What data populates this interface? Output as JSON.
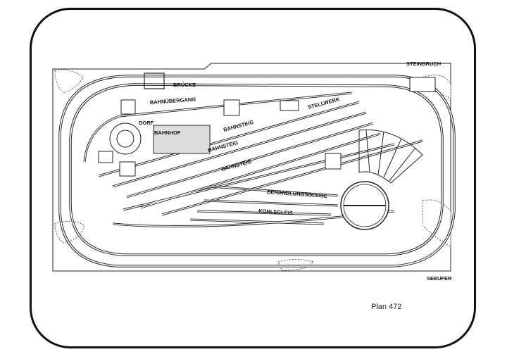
{
  "plan": {
    "caption": "Plan 472",
    "labels": {
      "bruecke": "BRÜCKE",
      "bahnuebergang": "BAHNÜBERGANG",
      "dorf": "DORF",
      "bahnhof": "BAHNHOF",
      "bahnsteig_1": "BAHNSTEIG",
      "bahnsteig_2": "BAHNSTEIG",
      "bahnsteig_3": "BAHNSTEIG",
      "stellwerk": "STELLWERK",
      "steinbruch": "STEINBRUCH",
      "behandlungsgleise": "BEHANDLUNGSGLEISE",
      "kohlegleis": "KOHLEGLEIS",
      "seeufer": "SEEUFER"
    }
  }
}
